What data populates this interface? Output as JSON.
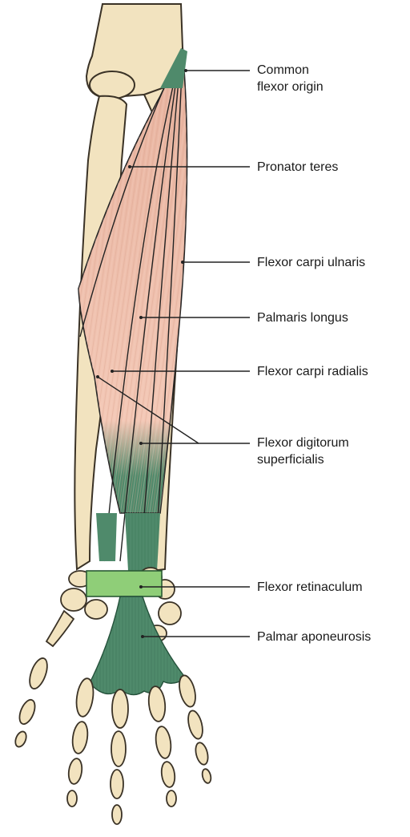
{
  "labels": [
    {
      "id": "common-flexor-origin",
      "line1": "Common",
      "line2": "flexor origin"
    },
    {
      "id": "pronator-teres",
      "line1": "Pronator teres"
    },
    {
      "id": "flexor-carpi-ulnaris",
      "line1": "Flexor carpi ulnaris"
    },
    {
      "id": "palmaris-longus",
      "line1": "Palmaris longus"
    },
    {
      "id": "flexor-carpi-radialis",
      "line1": "Flexor carpi radialis"
    },
    {
      "id": "flexor-digitorum-superficialis",
      "line1": "Flexor digitorum",
      "line2": "superficialis"
    },
    {
      "id": "flexor-retinaculum",
      "line1": "Flexor retinaculum"
    },
    {
      "id": "palmar-aponeurosis",
      "line1": "Palmar aponeurosis"
    }
  ],
  "colors": {
    "bone": "#f2e3bf",
    "bone_outline": "#3a3226",
    "muscle": "#eeb8a4",
    "tendon": "#4f8a6b",
    "retinaculum": "#8fce78",
    "leader": "#222222"
  }
}
